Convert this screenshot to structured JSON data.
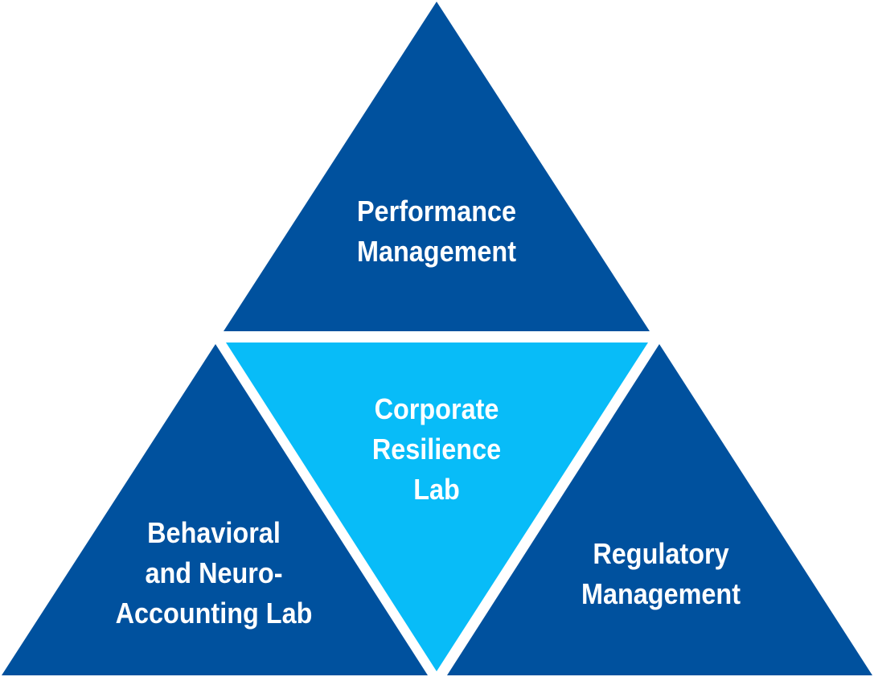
{
  "colors": {
    "dark_blue": "#00519e",
    "light_blue": "#08bcf8",
    "background": "#ffffff"
  },
  "triangles": {
    "top": {
      "lines": [
        "Performance",
        "Management"
      ]
    },
    "center": {
      "lines": [
        "Corporate",
        "Resilience",
        "Lab"
      ]
    },
    "left": {
      "lines": [
        "Behavioral",
        "and Neuro-",
        "Accounting Lab"
      ]
    },
    "right": {
      "lines": [
        "Regulatory",
        "Management"
      ]
    }
  }
}
